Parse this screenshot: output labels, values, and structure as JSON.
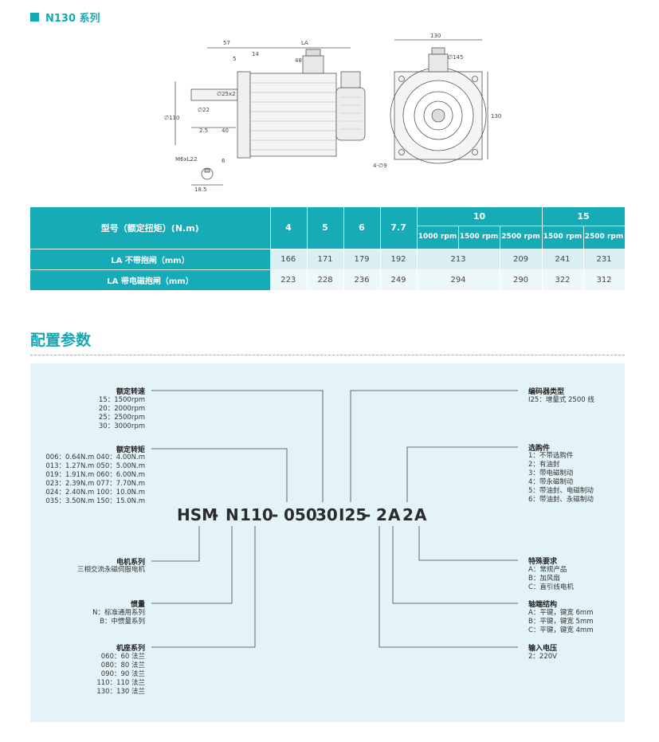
{
  "header": {
    "title": "N130 系列"
  },
  "drawing": {
    "side_dims": [
      "57",
      "LA",
      "14",
      "5",
      "48",
      "∅25x2",
      "∅22",
      "∅110",
      "2.5",
      "40",
      "M6xL22",
      "6",
      "18.5"
    ],
    "front_dims": [
      "130",
      "∅145",
      "130",
      "4-∅9"
    ]
  },
  "table": {
    "model_header": "型号（额定扭矩）(N.m)",
    "torques": [
      "4",
      "5",
      "6",
      "7.7"
    ],
    "group10": "10",
    "group15": "15",
    "sub10": [
      "1000 rpm",
      "1500 rpm",
      "2500 rpm"
    ],
    "sub15": [
      "1500 rpm",
      "2500 rpm"
    ],
    "rows": [
      {
        "label": "LA 不带抱闸（mm）",
        "v": [
          "166",
          "171",
          "179",
          "192",
          "213",
          "209",
          "241",
          "231"
        ]
      },
      {
        "label": "LA 带电磁抱闸（mm）",
        "v": [
          "223",
          "228",
          "236",
          "249",
          "294",
          "290",
          "322",
          "312"
        ]
      }
    ]
  },
  "config": {
    "title": "配置参数",
    "code": [
      "HSM",
      "-",
      "N",
      "110",
      "-",
      "050",
      "30",
      "I25",
      "-",
      "2",
      "A",
      "2",
      "A"
    ],
    "rated_speed": {
      "title": "额定转速",
      "items": [
        "15：1500rpm",
        "20：2000rpm",
        "25：2500rpm",
        "30：3000rpm"
      ]
    },
    "rated_torque": {
      "title": "额定转矩",
      "items": [
        "006：0.64N.m  040：4.00N.m",
        "013：1.27N.m  050：5.00N.m",
        "019：1.91N.m  060：6.00N.m",
        "023：2.39N.m  077：7.70N.m",
        "024：2.40N.m  100：10.0N.m",
        "035：3.50N.m  150：15.0N.m"
      ]
    },
    "motor_series": {
      "title": "电机系列",
      "items": [
        "三相交流永磁伺服电机"
      ]
    },
    "inertia": {
      "title": "惯量",
      "items": [
        "N：标准通用系列",
        "B：中惯量系列"
      ]
    },
    "frame": {
      "title": "机座系列",
      "items": [
        "060：60 法兰",
        "080：80 法兰",
        "090：90 法兰",
        "110：110 法兰",
        "130：130 法兰"
      ]
    },
    "encoder": {
      "title": "编码器类型",
      "items": [
        "I25：增量式 2500 线"
      ]
    },
    "options": {
      "title": "选购件",
      "items": [
        "1：不带选购件",
        "2：有油封",
        "3：带电磁制动",
        "4：带永磁制动",
        "5：带油封、电磁制动",
        "6：带油封、永磁制动"
      ]
    },
    "special": {
      "title": "特殊要求",
      "items": [
        "A：常规产品",
        "B：加风扇",
        "C：直引线电机"
      ]
    },
    "shaft": {
      "title": "轴端结构",
      "items": [
        "A：平键，键宽 6mm",
        "B：平键，键宽 5mm",
        "C：平键，键宽 4mm"
      ]
    },
    "voltage": {
      "title": "输入电压",
      "items": [
        "2：220V"
      ]
    }
  }
}
